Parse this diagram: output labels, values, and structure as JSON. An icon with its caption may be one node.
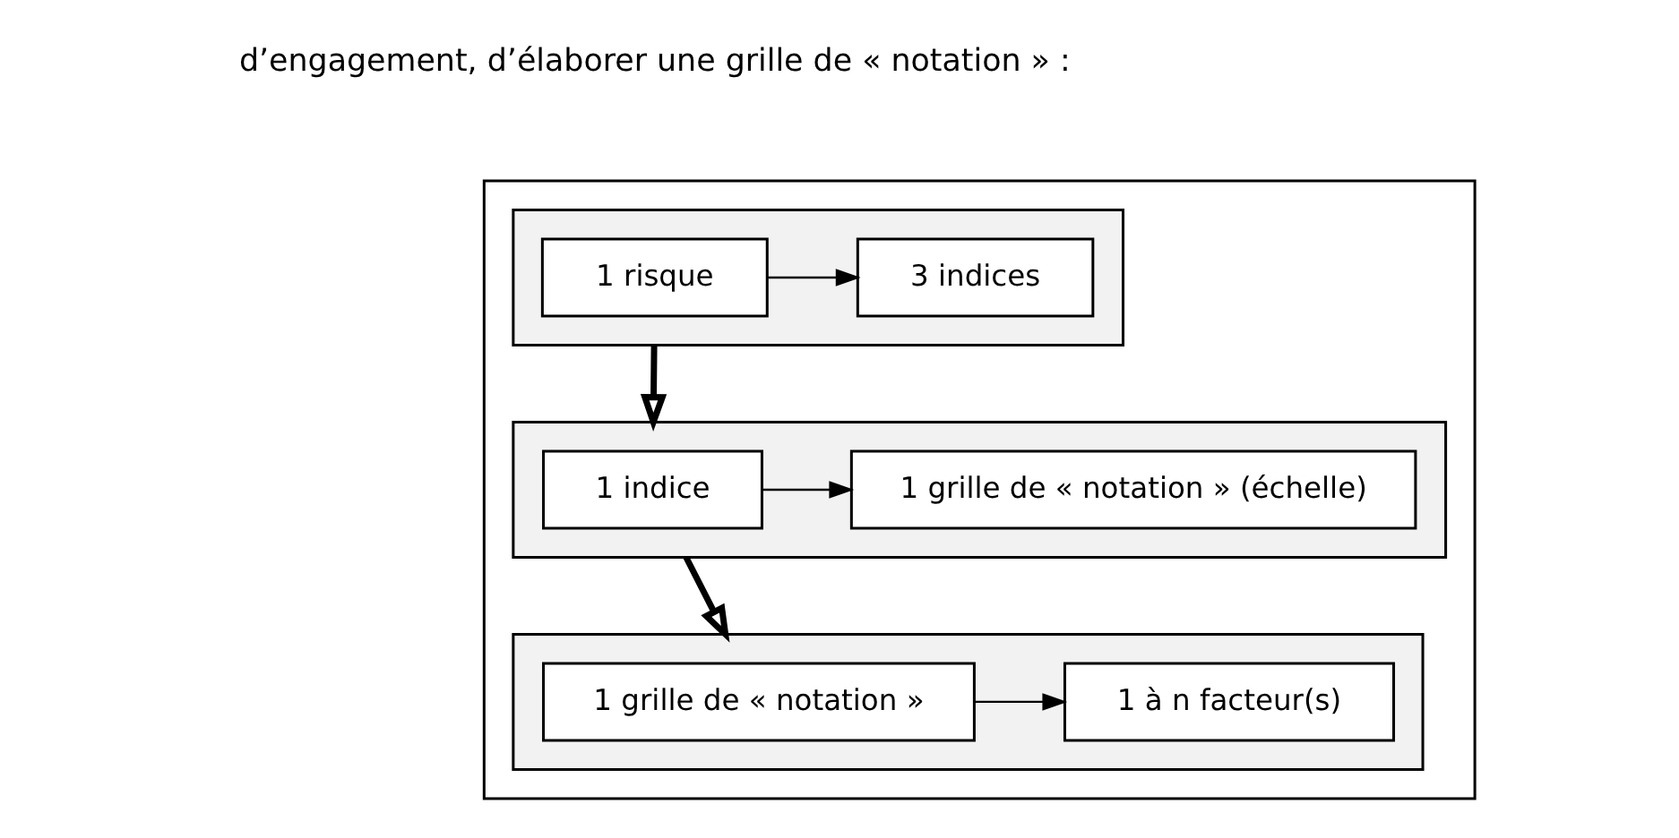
{
  "diagram": {
    "nodes": [
      {
        "text": [],
        "shape": "box"
      },
      {
        "text": [],
        "shape": "box",
        "in": 0
      },
      {
        "text": [
          "1 risque"
        ],
        "in": 1
      },
      {
        "text": [
          "3 indices"
        ],
        "in": 1
      },
      {
        "text": [],
        "shape": "box",
        "in": 0
      },
      {
        "text": [
          "1 indice"
        ],
        "in": 4
      },
      {
        "text": [
          "1 grille de « notation » (échelle)"
        ],
        "in": 4
      },
      {
        "text": [],
        "shape": "box",
        "in": 0
      },
      {
        "text": [
          "1 grille de « notation »"
        ],
        "in": 7
      },
      {
        "text": [
          "1 à n facteur(s)"
        ],
        "in": 7
      }
    ],
    "edges": [
      {
        "from": 2,
        "to": 3,
        "arrow": "to"
      },
      {
        "from": 1,
        "to": 4,
        "arrow": "to",
        "style": "thick"
      },
      {
        "from": 5,
        "to": 6,
        "arrow": "to"
      },
      {
        "from": 4,
        "to": 7,
        "arrow": "to",
        "style": "thick"
      },
      {
        "from": 8,
        "to": 9,
        "arrow": "to"
      }
    ],
    "labels": [
      "d’engagement, d’élaborer une grille de « notation » :"
    ]
  }
}
